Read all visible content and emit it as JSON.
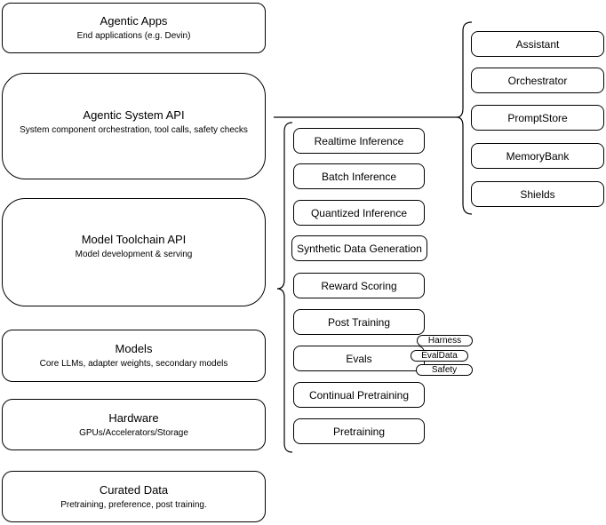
{
  "left_stack": [
    {
      "title": "Agentic Apps",
      "subtitle": "End applications (e.g. Devin)"
    },
    {
      "title": "Agentic System API",
      "subtitle": "System component orchestration, tool calls, safety checks"
    },
    {
      "title": "Model Toolchain API",
      "subtitle": "Model development & serving"
    },
    {
      "title": "Models",
      "subtitle": "Core LLMs, adapter weights, secondary models"
    },
    {
      "title": "Hardware",
      "subtitle": "GPUs/Accelerators/Storage"
    },
    {
      "title": "Curated Data",
      "subtitle": "Pretraining, preference, post training."
    }
  ],
  "toolchain_group": {
    "items": [
      "Realtime Inference",
      "Batch Inference",
      "Quantized Inference",
      "Synthetic Data Generation",
      "Reward Scoring",
      "Post Training",
      "Evals",
      "Continual Pretraining",
      "Pretraining"
    ],
    "evals_tags": [
      "Harness",
      "EvalData",
      "Safety"
    ]
  },
  "system_group": {
    "items": [
      "Assistant",
      "Orchestrator",
      "PromptStore",
      "MemoryBank",
      "Shields"
    ]
  },
  "colors": {
    "stroke": "#000000",
    "background": "#ffffff",
    "node_fill": "#ffffff"
  }
}
